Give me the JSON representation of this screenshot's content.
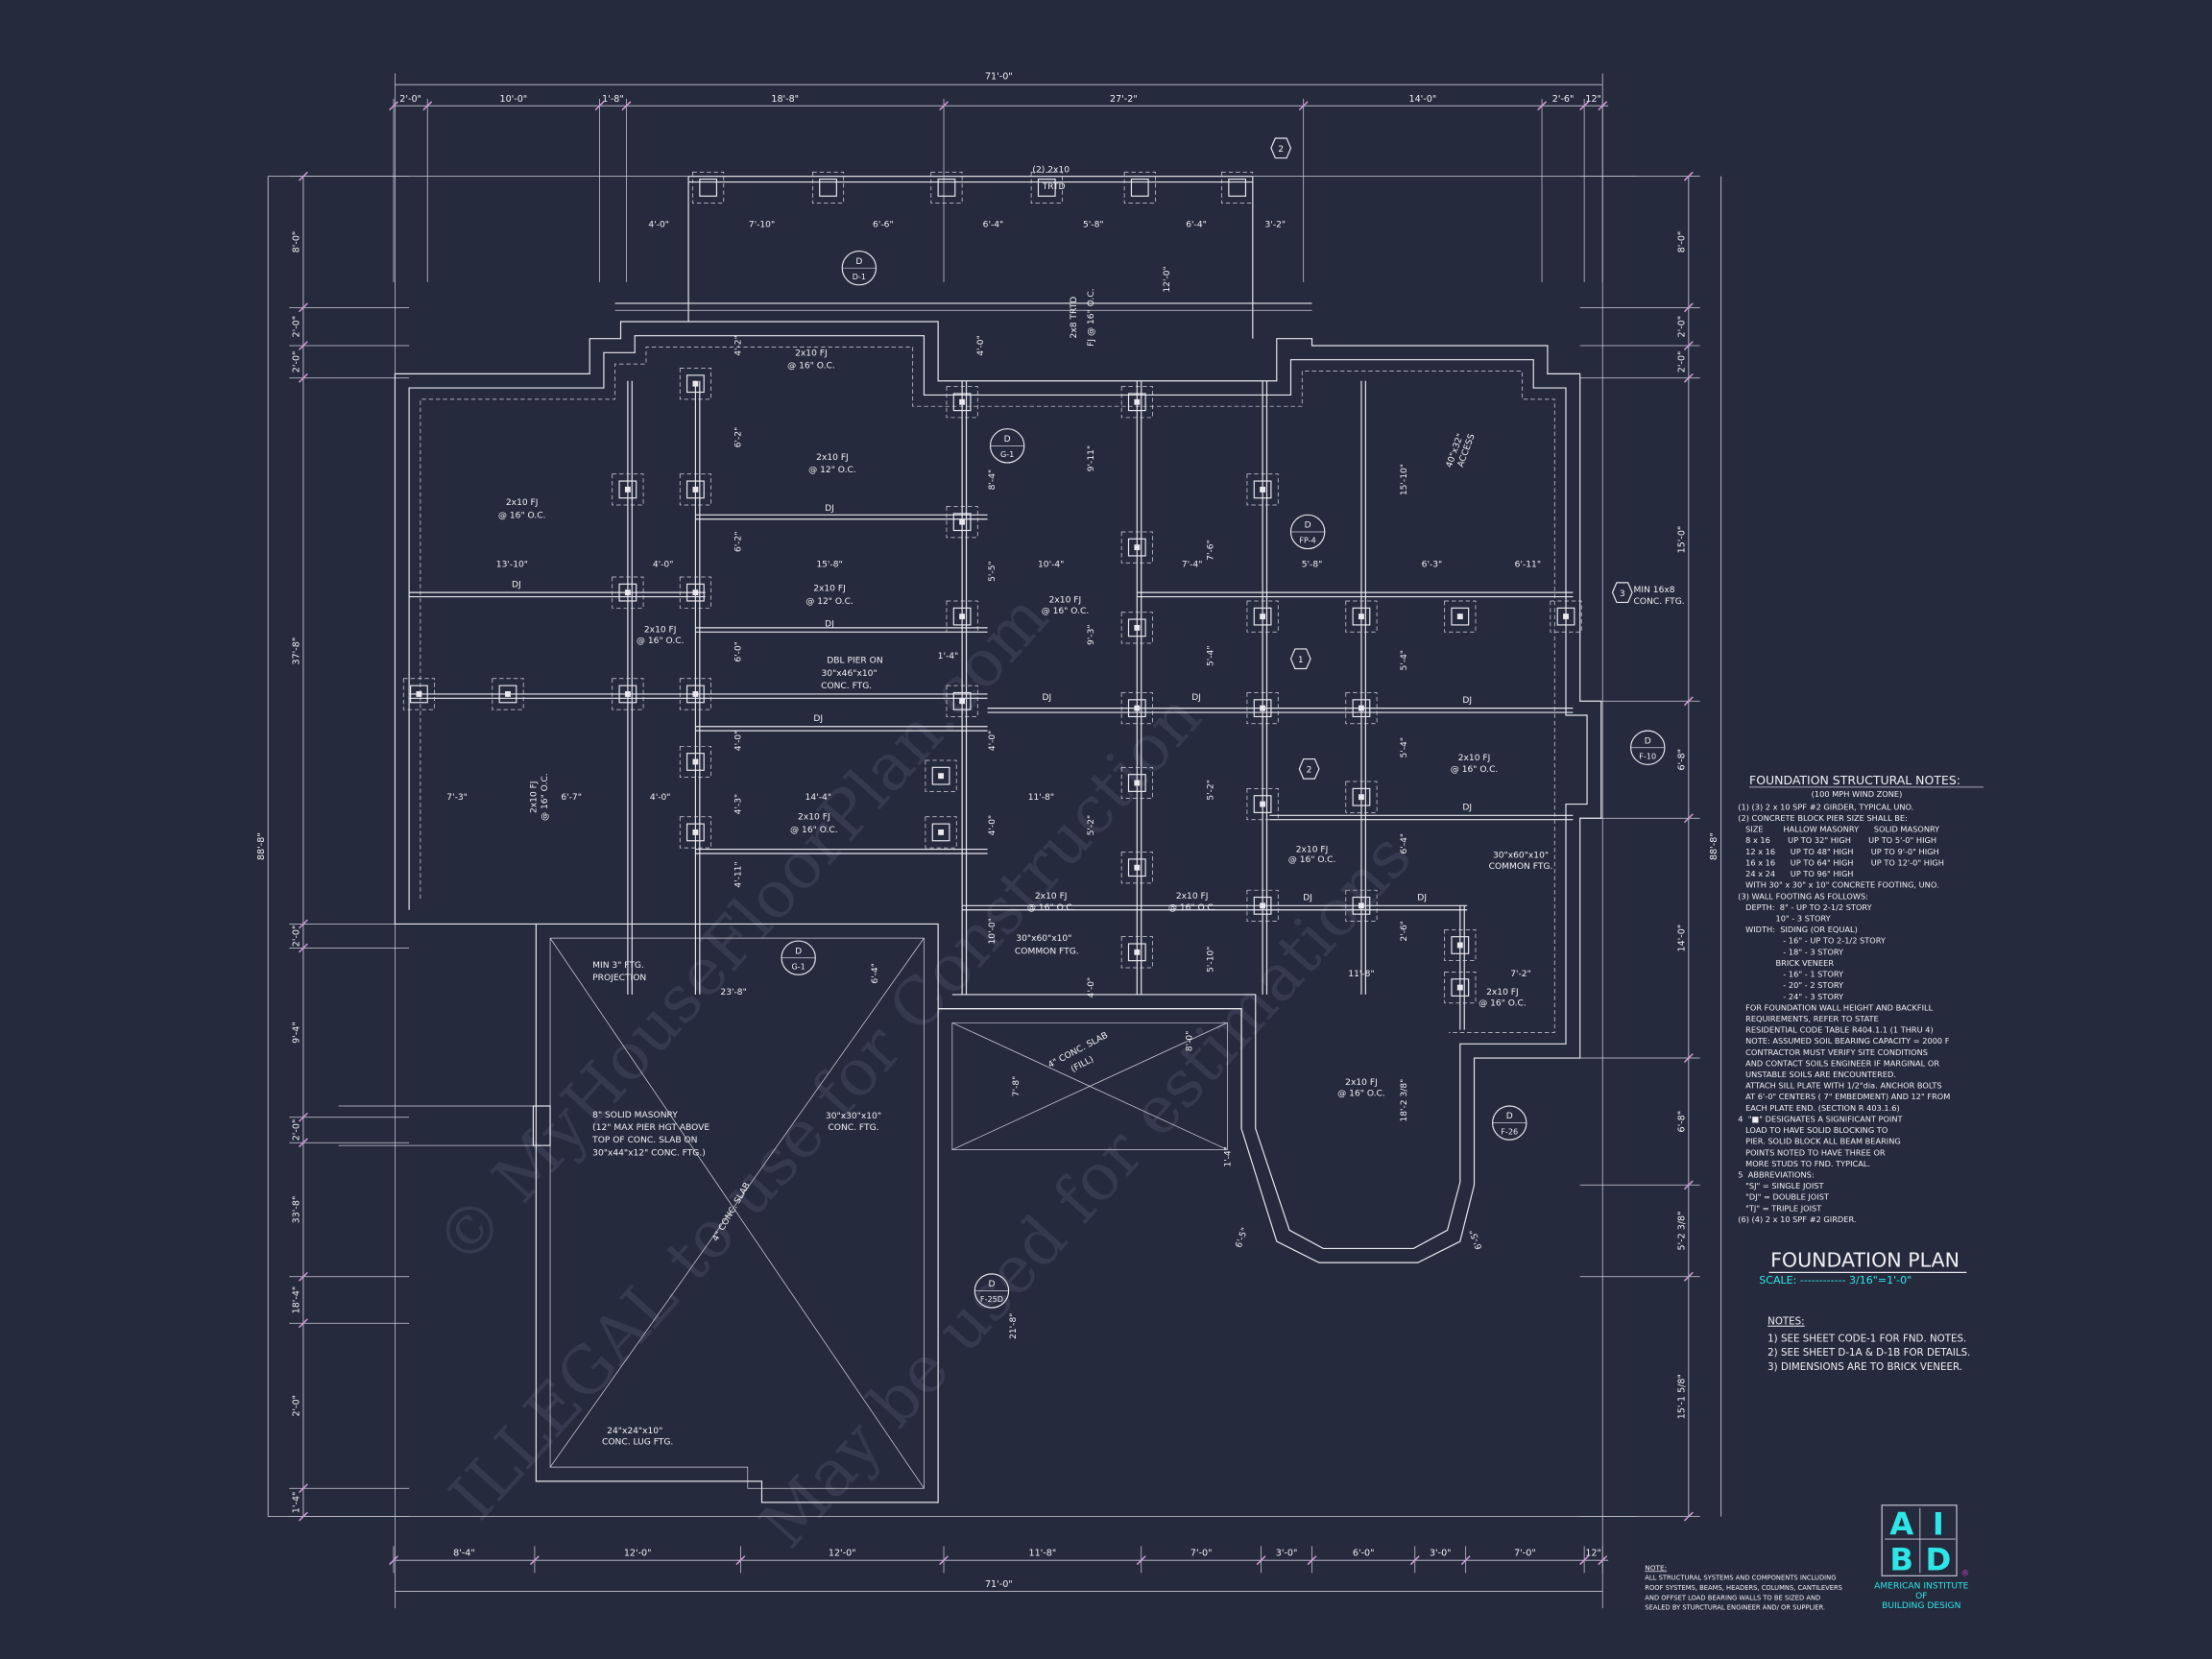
{
  "watermark": {
    "line1": "© MyHouseFloorPlan.com",
    "line2": "ILLEGAL to use for Construction",
    "line3": "May be used for estimations"
  },
  "dims": {
    "overall_top": "71'-0\"",
    "overall_bottom": "71'-0\"",
    "top": [
      "2'-0\"",
      "10'-0\"",
      "1'-8\"",
      "18'-8\"",
      "27'-2\"",
      "14'-0\"",
      "2'-6\"",
      "12\""
    ],
    "bottom": [
      "8'-4\"",
      "12'-0\"",
      "12'-0\"",
      "11'-8\"",
      "7'-0\"",
      "3'-0\"",
      "6'-0\"",
      "3'-0\"",
      "7'-0\"",
      "12\""
    ],
    "left": [
      "8'-0\"",
      "2'-0\"",
      "2'-0\"",
      "37'-8\"",
      "2'-0\"",
      "9'-4\"",
      "2'-0\"",
      "33'-8\"",
      "18'-4\"",
      "2'-0\"",
      "1'-4\""
    ],
    "right": [
      "8'-0\"",
      "2'-0\"",
      "2'-0\"",
      "15'-0\"",
      "6'-8\"",
      "14'-0\"",
      "6'-8\"",
      "5'-2 3/8\"",
      "15'-1 5/8\""
    ],
    "overall_left": "88'-8\"",
    "overall_right": "88'-8\""
  },
  "plan": {
    "labels": [
      "(2) 2x10",
      "TRTD",
      "4'-0\"",
      "7'-10\"",
      "6'-6\"",
      "6'-4\"",
      "5'-8\"",
      "6'-4\"",
      "3'-2\"",
      "2x8 TRTD",
      "FJ @ 16\" O.C.",
      "12'-0\"",
      "2x10 FJ",
      "@ 16\" O.C.",
      "2x10 FJ",
      "@ 12\" O.C.",
      "2x10 FJ",
      "@ 16\" O.C.",
      "DJ",
      "DJ",
      "13'-10\"",
      "4'-0\"",
      "15'-8\"",
      "10'-4\"",
      "7'-4\"",
      "5'-8\"",
      "6'-3\"",
      "6'-11\"",
      "2x10 FJ",
      "@ 12\" O.C.",
      "DJ",
      "2x10 FJ",
      "@ 16\" O.C.",
      "2x10 FJ",
      "@ 16\" O.C.",
      "DBL PIER ON",
      "30\"x46\"x10\"",
      "CONC. FTG.",
      "1'-4\"",
      "DJ",
      "DJ",
      "DJ",
      "DJ",
      "7'-3\"",
      "6'-7\"",
      "4'-0\"",
      "14'-4\"",
      "11'-8\"",
      "2x10 FJ",
      "@ 16\" O.C.",
      "2x10 FJ",
      "@ 16\" O.C.",
      "2x10 FJ",
      "@ 16\" O.C.",
      "DJ",
      "2x10 FJ",
      "@ 16\" O.C.",
      "30\"x60\"x10\"",
      "COMMON FTG.",
      "2x10 FJ",
      "@ 16\" O.C.",
      "2x10 FJ",
      "@ 16\" O.C.",
      "DJ",
      "DJ",
      "30\"x60\"x10\"",
      "COMMON FTG.",
      "11'-8\"",
      "7'-2\"",
      "2x10 FJ",
      "@ 16\" O.C.",
      "MIN 3\" FTG.",
      "PROJECTION",
      "23'-8\"",
      "8\" SOLID MASONRY",
      "(12\" MAX PIER HGT ABOVE",
      "TOP OF CONC. SLAB ON",
      "30\"x44\"x12\" CONC. FTG.)",
      "30\"x30\"x10\"",
      "CONC. FTG.",
      "4\" CONC. SLAB",
      "4\" CONC. SLAB",
      "(FILL)",
      "24\"x24\"x10\"",
      "CONC. LUG FTG.",
      "2x10 FJ",
      "@ 16\" O.C.",
      "MIN 16x8",
      "CONC. FTG.",
      "4'-2\"",
      "6'-2\"",
      "6'-2\"",
      "6'-0\"",
      "4'-0\"",
      "4'-3\"",
      "4'-11\"",
      "6'-4\"",
      "8'-4\"",
      "5'-5\"",
      "4'-0\"",
      "4'-0\"",
      "10'-0\"",
      "9'-11\"",
      "9'-3\"",
      "5'-2\"",
      "4'-0\"",
      "7'-6\"",
      "5'-4\"",
      "5'-2\"",
      "5'-10\"",
      "15'-10\"",
      "5'-4\"",
      "5'-4\"",
      "6'-4\"",
      "2'-6\"",
      "18'-2 3/8\"",
      "7'-8\"",
      "8'-0\"",
      "21'-8\"",
      "6'-5\"",
      "6'-5\"",
      "1'-4\"",
      "4'-0\"",
      "40\"x32\"",
      "ACCESS"
    ],
    "callouts": [
      {
        "top": "D",
        "ref": "D-1"
      },
      {
        "top": "D",
        "ref": "G-1"
      },
      {
        "top": "D",
        "ref": "FP-4"
      },
      {
        "top": "D",
        "ref": "F-10"
      },
      {
        "top": "D",
        "ref": "F-26"
      },
      {
        "top": "D",
        "ref": "F-25D"
      },
      {
        "top": "D",
        "ref": "G-1"
      }
    ],
    "tags": [
      "2",
      "1",
      "2",
      "3"
    ]
  },
  "notes": {
    "title": "FOUNDATION STRUCTURAL NOTES:",
    "subtitle": "(100 MPH WIND ZONE)",
    "lines": [
      "(1) (3) 2 x 10 SPF #2 GIRDER, TYPICAL UNO.",
      "(2) CONCRETE BLOCK PIER SIZE SHALL BE:",
      "   SIZE        HALLOW MASONRY      SOLID MASONRY",
      "   8 x 16       UP TO 32\" HIGH       UP TO 5'-0\" HIGH",
      "   12 x 16      UP TO 48\" HIGH       UP TO 9'-0\" HIGH",
      "   16 x 16      UP TO 64\" HIGH       UP TO 12'-0\" HIGH",
      "   24 x 24      UP TO 96\" HIGH",
      "   WITH 30\" x 30\" x 10\" CONCRETE FOOTING, UNO.",
      "(3) WALL FOOTING AS FOLLOWS:",
      "   DEPTH:  8\" - UP TO 2-1/2 STORY",
      "               10\" - 3 STORY",
      "   WIDTH:  SIDING (OR EQUAL)",
      "                  - 16\" - UP TO 2-1/2 STORY",
      "                  - 18\" - 3 STORY",
      "               BRICK VENEER",
      "                  - 16\" - 1 STORY",
      "                  - 20\" - 2 STORY",
      "                  - 24\" - 3 STORY",
      "   FOR FOUNDATION WALL HEIGHT AND BACKFILL",
      "   REQUIREMENTS, REFER TO STATE",
      "   RESIDENTIAL CODE TABLE R404.1.1 (1 THRU 4)",
      "   NOTE: ASSUMED SOIL BEARING CAPACITY = 2000 F",
      "   CONTRACTOR MUST VERIFY SITE CONDITIONS",
      "   AND CONTACT SOILS ENGINEER IF MARGINAL OR",
      "   UNSTABLE SOILS ARE ENCOUNTERED.",
      "   ATTACH SILL PLATE WITH 1/2\"dia. ANCHOR BOLTS",
      "   AT 6'-0\" CENTERS ( 7\" EMBEDMENT) AND 12\" FROM",
      "   EACH PLATE END. (SECTION R 403.1.6)",
      "4  \"■\" DESIGNATES A SIGNIFICANT POINT",
      "   LOAD TO HAVE SOLID BLOCKING TO",
      "   PIER. SOLID BLOCK ALL BEAM BEARING",
      "   POINTS NOTED TO HAVE THREE OR",
      "   MORE STUDS TO FND. TYPICAL.",
      "5  ABBREVIATIONS:",
      "   \"SJ\" = SINGLE JOIST",
      "   \"DJ\" = DOUBLE JOIST",
      "   \"TJ\" = TRIPLE JOIST",
      "(6) (4) 2 x 10 SPF #2 GIRDER."
    ]
  },
  "title_block": {
    "title": "FOUNDATION PLAN",
    "scale": "SCALE: ------------ 3/16\"=1'-0\"",
    "notes_heading": "NOTES:",
    "notes": [
      "1)  SEE SHEET CODE-1 FOR FND. NOTES.",
      "2)  SEE SHEET D-1A & D-1B FOR DETAILS.",
      "3)  DIMENSIONS ARE TO BRICK VENEER."
    ]
  },
  "footer_note": {
    "heading": "NOTE:",
    "lines": [
      "ALL STRUCTURAL SYSTEMS AND COMPONENTS INCLUDING",
      "ROOF SYSTEMS, BEAMS, HEADERS, COLUMNS, CANTILEVERS",
      "AND OFFSET LOAD BEARING WALLS TO BE SIZED AND",
      "SEALED BY STURCTURAL ENGINEER AND/ OR SUPPLIER."
    ]
  },
  "logo": {
    "letters": [
      "A",
      "I",
      "B",
      "D"
    ],
    "registered": "®",
    "line1": "AMERICAN INSTITUTE",
    "line2": "OF",
    "line3": "BUILDING DESIGN"
  },
  "colors": {
    "background": "#262a3d",
    "lines": "#e8e8ee",
    "accent": "#2ee6e8",
    "tick": "#d69ad8"
  }
}
